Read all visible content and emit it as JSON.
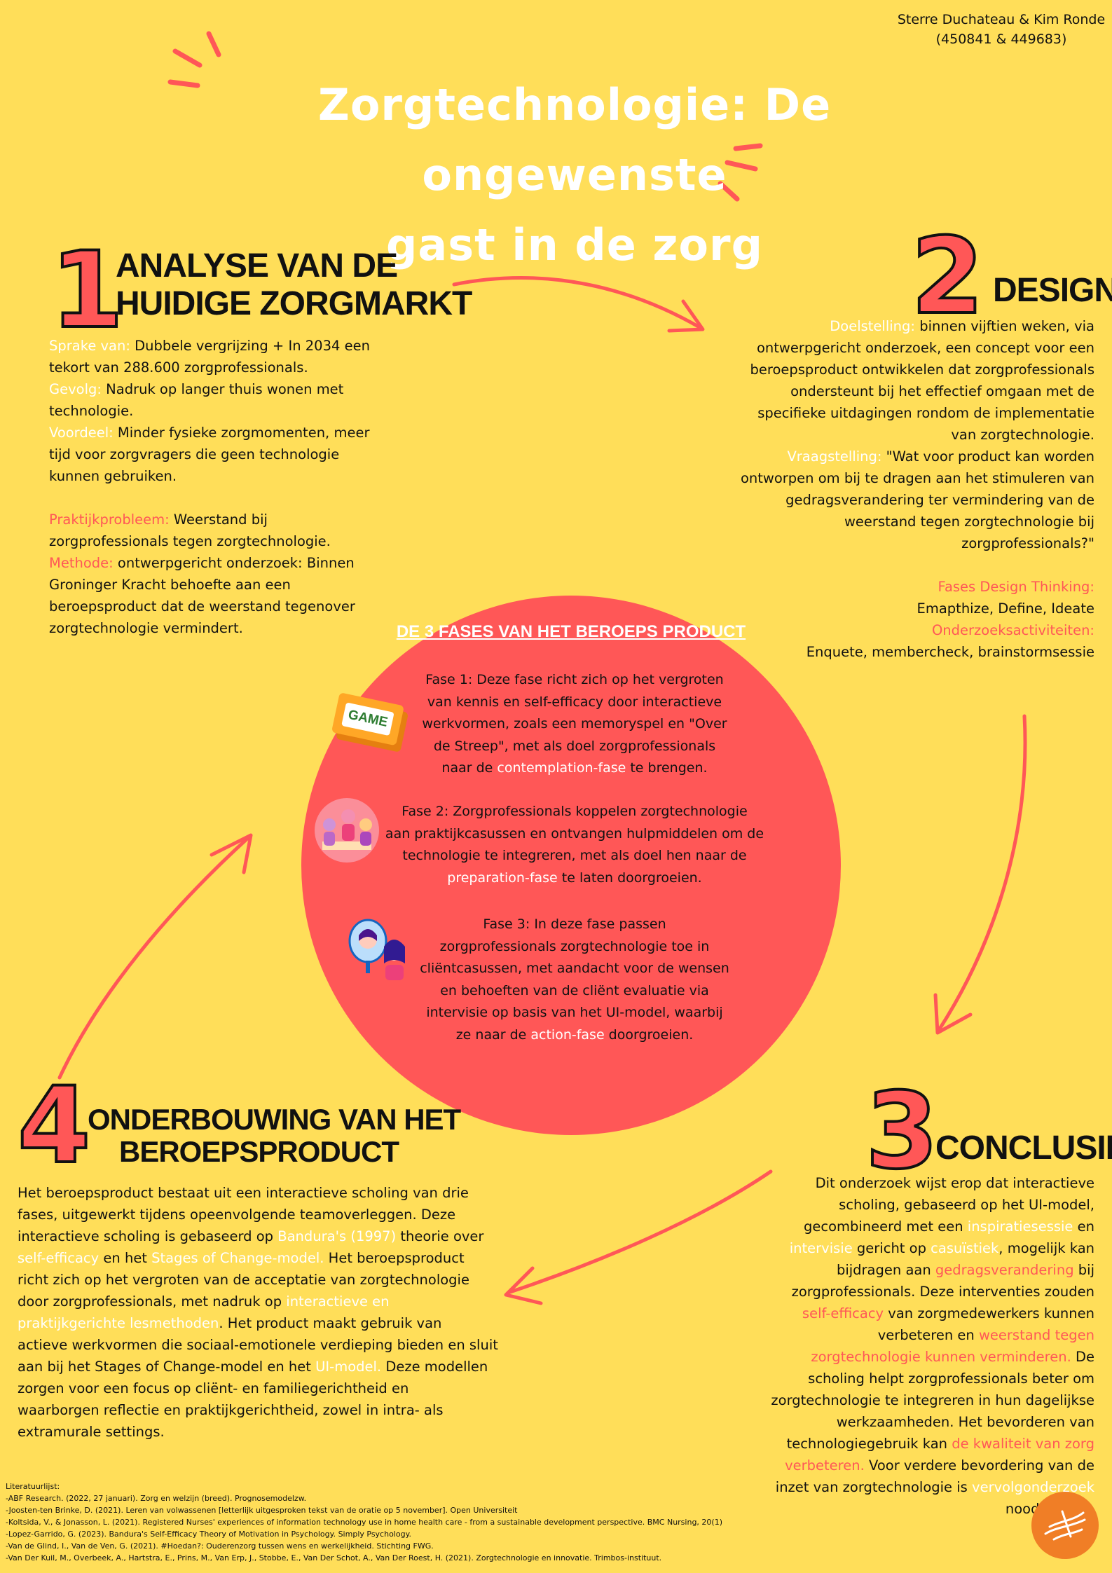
{
  "authors": {
    "line1": "Sterre Duchateau & Kim Ronde",
    "line2": "(450841 & 449683)"
  },
  "title": {
    "line1": "Zorgtechnologie: De ongewenste",
    "line2": "gast in de zorg"
  },
  "section1": {
    "number": "1",
    "heading_line1": "ANALYSE VAN DE",
    "heading_line2": "HUIDIGE ZORGMARKT",
    "sprake_label": "Sprake van:",
    "sprake_text": " Dubbele vergrijzing + In 2034 een",
    "sprake_text2": "tekort van 288.600 zorgprofessionals.",
    "gevolg_label": "Gevolg:",
    "gevolg_text": " Nadruk op langer thuis wonen met",
    "gevolg_text2": "technologie.",
    "voordeel_label": "Voordeel:",
    "voordeel_text": " Minder fysieke zorgmomenten, meer",
    "voordeel_text2": "tijd voor zorgvragers die geen technologie",
    "voordeel_text3": "kunnen gebruiken.",
    "praktijk_label": "Praktijkprobleem:",
    "praktijk_text": " Weerstand bij",
    "praktijk_text2": "zorgprofessionals tegen zorgtechnologie.",
    "methode_label": "Methode:",
    "methode_text": " ontwerpgericht onderzoek: Binnen",
    "methode_text2": "Groninger Kracht behoefte aan een",
    "methode_text3": "beroepsproduct dat de weerstand tegenover",
    "methode_text4": "zorgtechnologie vermindert."
  },
  "section2": {
    "number": "2",
    "heading": "DESIGN",
    "doel_label": "Doelstelling:",
    "doel_l1": " binnen vijftien weken, via",
    "doel_l2": "ontwerpgericht onderzoek, een concept voor een",
    "doel_l3": "beroepsproduct ontwikkelen dat zorgprofessionals",
    "doel_l4": "ondersteunt bij het effectief omgaan met de",
    "doel_l5": "specifieke uitdagingen rondom de implementatie",
    "doel_l6": "van zorgtechnologie.",
    "vraag_label": "Vraagstelling:",
    "vraag_l1": " \"Wat voor product kan worden",
    "vraag_l2": "ontworpen om bij te dragen aan het stimuleren van",
    "vraag_l3": "gedragsverandering ter vermindering van de",
    "vraag_l4": "weerstand tegen zorgtechnologie bij",
    "vraag_l5": "zorgprofessionals?\"",
    "fases_label": "Fases Design Thinking:",
    "fases_text": "Emapthize, Define, Ideate",
    "activ_label": "Onderzoeksactiviteiten:",
    "activ_text": "Enquete, membercheck, brainstormsessie"
  },
  "circle": {
    "title": "DE 3 FASES VAN HET BEROEPS PRODUCT",
    "game_label": "GAME",
    "fase1_l1": "Fase 1: Deze fase richt zich op het vergroten",
    "fase1_l2": "van kennis en self-efficacy door interactieve",
    "fase1_l3": "werkvormen, zoals een memoryspel en \"Over",
    "fase1_l4": "de Streep\", met als doel zorgprofessionals",
    "fase1_l5a": "naar de ",
    "fase1_l5b": "contemplation-fase",
    "fase1_l5c": " te brengen.",
    "fase2_l1": "Fase 2: Zorgprofessionals koppelen zorgtechnologie",
    "fase2_l2": "aan praktijkcasussen en ontvangen hulpmiddelen om de",
    "fase2_l3": "technologie te integreren, met als doel hen naar de",
    "fase2_l4a": "preparation-fase",
    "fase2_l4b": " te laten doorgroeien.",
    "fase3_l1": "Fase 3: In deze fase passen",
    "fase3_l2": "zorgprofessionals zorgtechnologie toe in",
    "fase3_l3": "cliëntcasussen, met aandacht voor de wensen",
    "fase3_l4": "en behoeften van de cliënt evaluatie via",
    "fase3_l5": "intervisie op basis van het UI-model, waarbij",
    "fase3_l6a": "ze naar de ",
    "fase3_l6b": "action-fase",
    "fase3_l6c": " doorgroeien."
  },
  "section3": {
    "number": "3",
    "heading": "CONCLUSIE",
    "l1": "Dit onderzoek wijst erop dat interactieve",
    "l2": "scholing, gebaseerd op het UI-model,",
    "l3a": "gecombineerd met een ",
    "l3b": "inspiratiesessie",
    "l3c": " en",
    "l4a": "intervisie",
    "l4b": " gericht op ",
    "l4c": "casuïstiek",
    "l4d": ", mogelijk kan",
    "l5a": "bijdragen aan ",
    "l5b": "gedragsverandering",
    "l5c": " bij",
    "l6": "zorgprofessionals. Deze interventies zouden",
    "l7a": "self-efficacy",
    "l7b": " van zorgmedewerkers kunnen",
    "l8a": "verbeteren en ",
    "l8b": "weerstand tegen",
    "l9a": "zorgtechnologie kunnen verminderen.",
    "l9b": " De",
    "l10": "scholing helpt zorgprofessionals beter om",
    "l11": "zorgtechnologie te integreren in hun dagelijkse",
    "l12": "werkzaamheden. Het bevorderen van",
    "l13a": "technologiegebruik kan ",
    "l13b": "de kwaliteit van zorg",
    "l14a": "verbeteren.",
    "l14b": " Voor verdere bevordering van de",
    "l15a": "inzet van zorgtechnologie is ",
    "l15b": "vervolgonderzoek",
    "l16": "noodzakelijk."
  },
  "section4": {
    "number": "4",
    "heading_line1": "ONDERBOUWING VAN HET",
    "heading_line2": "BEROEPSPRODUCT",
    "l1": "Het beroepsproduct bestaat uit een interactieve scholing van drie",
    "l2": "fases, uitgewerkt tijdens opeenvolgende teamoverleggen. Deze",
    "l3a": "interactieve scholing is gebaseerd op ",
    "l3b": "Bandura's (1997)",
    "l3c": " theorie over",
    "l4a": "self-efficacy",
    "l4b": " en het ",
    "l4c": "Stages of Change-model.",
    "l4d": " Het beroepsproduct",
    "l5": "richt zich op het vergroten van de acceptatie van zorgtechnologie",
    "l6a": "door zorgprofessionals, met nadruk op ",
    "l6b": "interactieve en",
    "l7a": "praktijkgerichte lesmethoden",
    "l7b": ". Het product maakt gebruik van",
    "l8": "actieve werkvormen die sociaal-emotionele verdieping bieden en sluit",
    "l9a": "aan bij het Stages of Change-model en het ",
    "l9b": "UI-model.",
    "l9c": " Deze modellen",
    "l10": "zorgen voor een focus op cliënt- en familiegerichtheid en",
    "l11": "waarborgen reflectie en praktijkgerichtheid, zowel in intra- als",
    "l12": "extramurale settings."
  },
  "references": {
    "heading": "Literatuurlijst:",
    "r1": "-ABF Research. (2022, 27 januari). Zorg en welzijn (breed). Prognosemodelzw.",
    "r2": "-Joosten-ten Brinke, D. (2021). Leren van volwassenen [letterlijk uitgesproken tekst van de oratie op 5 november]. Open Universiteit",
    "r3": "-Koltsida, V., & Jonasson, L. (2021). Registered Nurses' experiences of information technology use in home health care - from a sustainable development perspective. BMC Nursing, 20(1)",
    "r4": "-Lopez-Garrido, G. (2023). Bandura's Self-Efficacy Theory of Motivation in Psychology. Simply Psychology.",
    "r5": "-Van de Glind, I., Van de Ven, G. (2021). #Hoedan?: Ouderenzorg tussen wens en werkelijkheid. Stichting FWG.",
    "r6": "-Van Der Kuil, M., Overbeek, A., Hartstra, E., Prins, M., Van Erp, J., Stobbe, E., Van Der Schot, A., Van Der Roest, H. (2021). Zorgtechnologie en innovatie. Trimbos-instituut."
  },
  "colors": {
    "background": "#FFDE59",
    "accent": "#FF5757",
    "label": "#FFFFFF"
  }
}
